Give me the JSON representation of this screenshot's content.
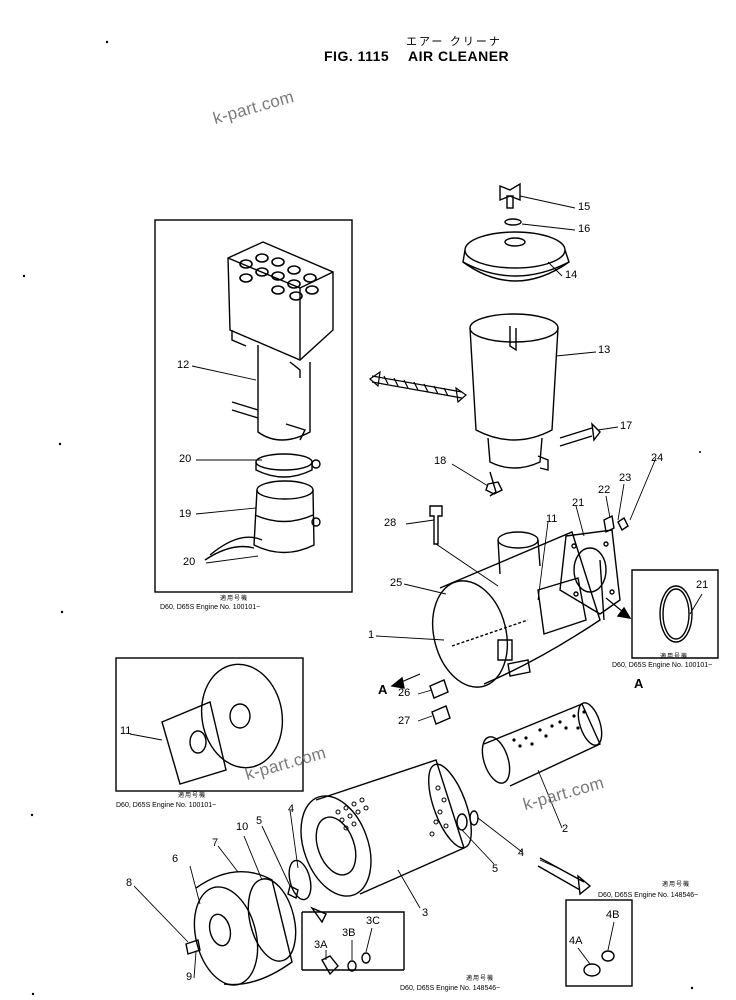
{
  "header": {
    "japanese_title": "エアー クリーナ",
    "fig_number": "FIG. 1115",
    "title": "AIR  CLEANER"
  },
  "watermark": "k-part.com",
  "labels": {
    "p1": "1",
    "p2": "2",
    "p3": "3",
    "p3A": "3A",
    "p3B": "3B",
    "p3C": "3C",
    "p4": "4",
    "p4b": "4",
    "p4A": "4A",
    "p4B": "4B",
    "p5": "5",
    "p5b": "5",
    "p6": "6",
    "p7": "7",
    "p8": "8",
    "p9": "9",
    "p10": "10",
    "p11": "11",
    "p11b": "11",
    "p12": "12",
    "p13": "13",
    "p14": "14",
    "p15": "15",
    "p16": "16",
    "p17": "17",
    "p18": "18",
    "p19": "19",
    "p20": "20",
    "p20b": "20",
    "p21": "21",
    "p21b": "21",
    "p22": "22",
    "p23": "23",
    "p24": "24",
    "p25": "25",
    "p26": "26",
    "p27": "27",
    "p28": "28",
    "viewA1": "A",
    "viewA2": "A"
  },
  "notes": {
    "jp_applicable": "適用号機",
    "n1": "D60, D65S Engine No. 100101~",
    "n2": "D60, D65S Engine No. 100101~",
    "n3": "D60, D65S Engine No. 100101~",
    "n4": "D60, D65S Engine No. 148546~",
    "n5": "D60, D65S Engine No. 148546~"
  }
}
